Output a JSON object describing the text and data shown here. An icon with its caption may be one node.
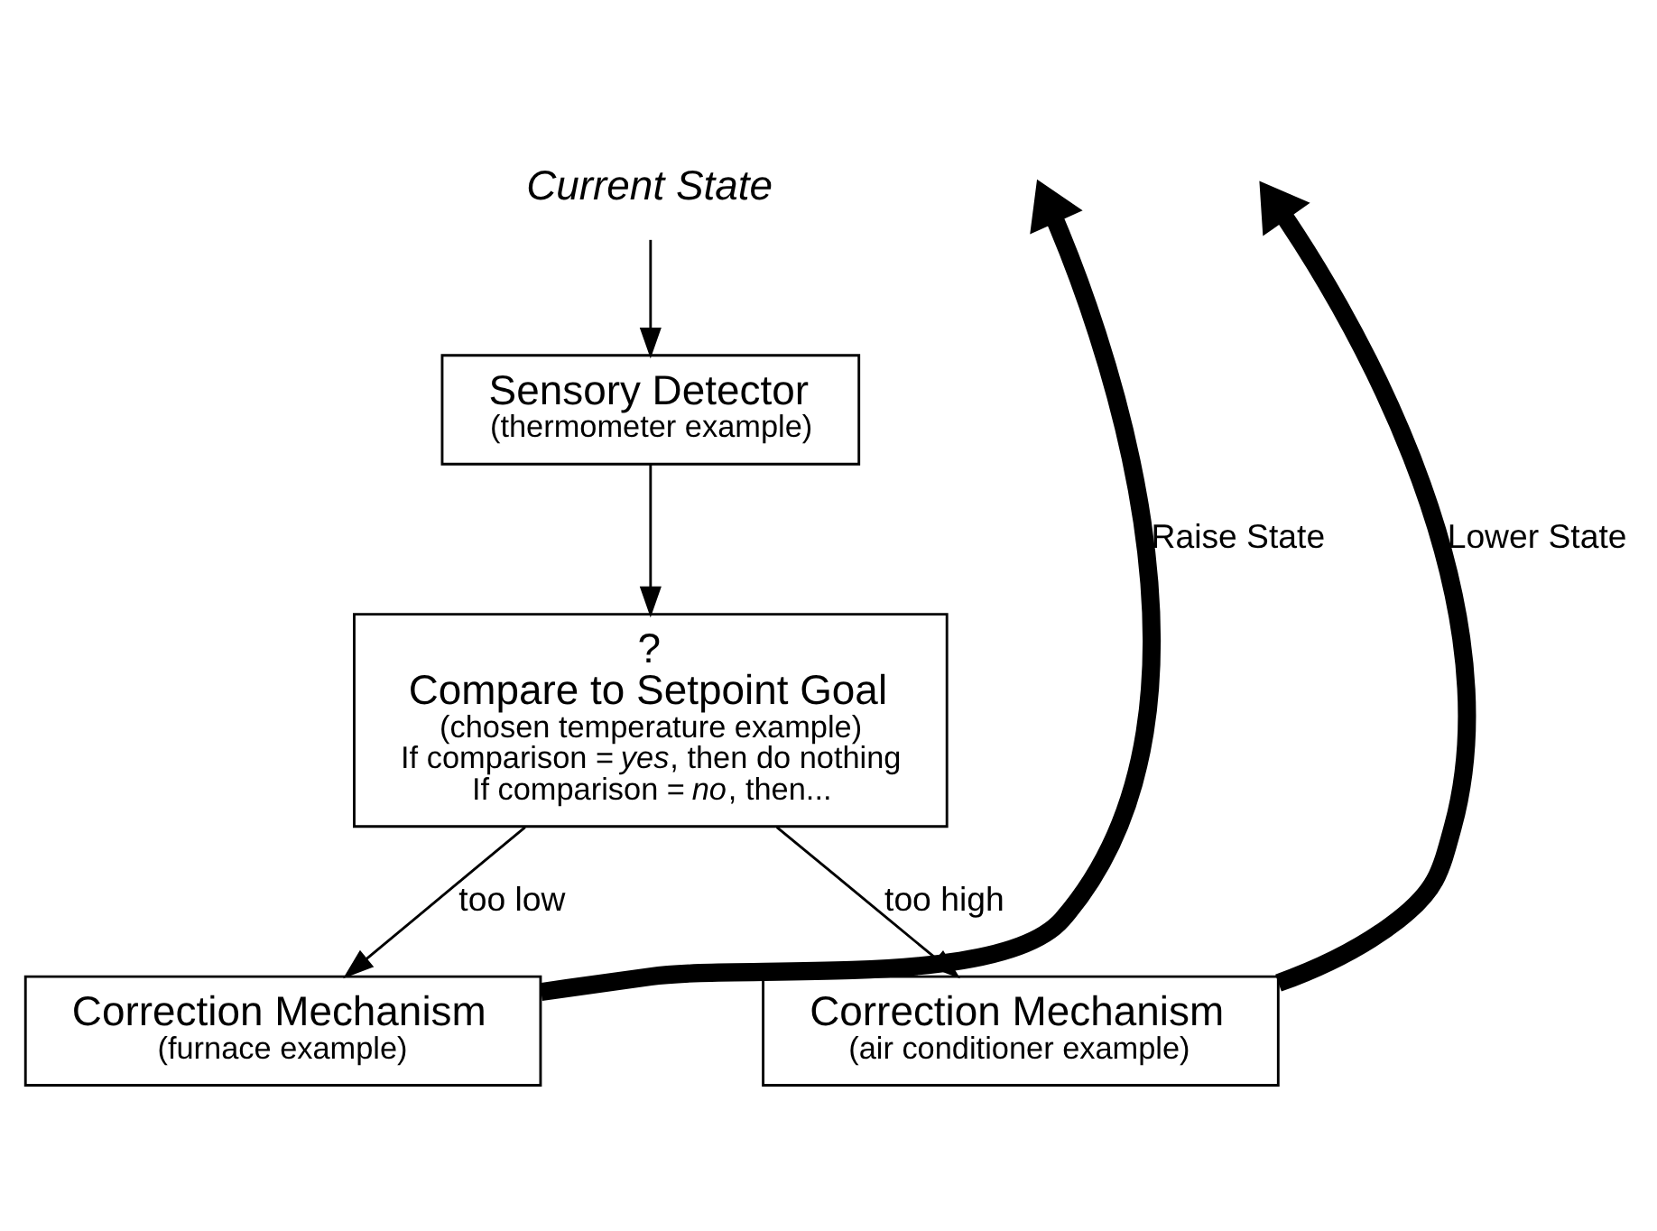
{
  "diagram": {
    "nodes": [
      {
        "text": [
          "Current State"
        ]
      },
      {
        "text": [
          "Sensory Detector",
          "(thermometer example)"
        ]
      },
      {
        "text": [
          "?",
          "Compare to Setpoint Goal",
          "(chosen temperature example)",
          "If comparison = *yes*, then do nothing",
          "If comparison = *no*, then..."
        ]
      },
      {
        "text": [
          "Correction Mechanism",
          "(furnace example)"
        ]
      },
      {
        "text": [
          "Correction Mechanism",
          "(air conditioner example)"
        ]
      }
    ],
    "edges": [
      {
        "from": 0,
        "to": 1,
        "arrow": "to"
      },
      {
        "from": 1,
        "to": 2,
        "arrow": "to"
      },
      {
        "from": 2,
        "to": 3,
        "arrow": "to",
        "label": "too low"
      },
      {
        "from": 2,
        "to": 4,
        "arrow": "to",
        "label": "too high"
      },
      {
        "from": 3,
        "to": null,
        "arrow": "to",
        "label": "Raise State",
        "style": "thick"
      },
      {
        "from": 4,
        "to": null,
        "arrow": "to",
        "label": "Lower State",
        "style": "thick"
      }
    ]
  }
}
